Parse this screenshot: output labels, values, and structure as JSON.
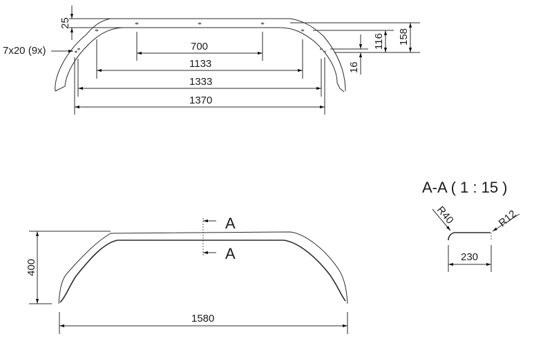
{
  "top_view": {
    "hole_label": "7x20 (9x)",
    "dims": {
      "d25": "25",
      "d700": "700",
      "d1133": "1133",
      "d1333": "1333",
      "d1370": "1370",
      "d116": "116",
      "d158": "158",
      "d16": "16"
    }
  },
  "side_view": {
    "section_marker_top": "A",
    "section_marker_bottom": "A",
    "height": "400",
    "width": "1580"
  },
  "section_view": {
    "title": "A-A ( 1 : 15 )",
    "radius_left": "R40",
    "radius_right": "R12",
    "width": "230"
  }
}
